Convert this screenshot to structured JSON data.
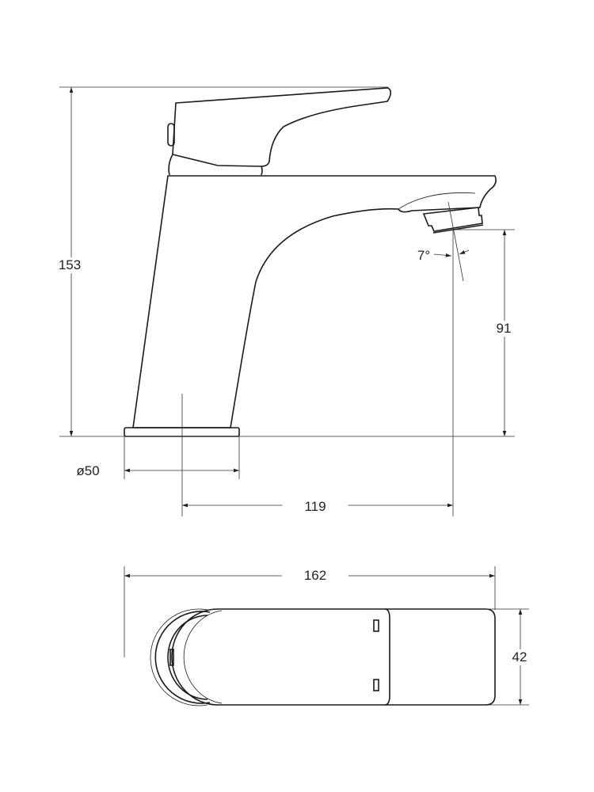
{
  "title": "Basin mixer dimension drawing",
  "dimensions": {
    "height": "153",
    "spout_height": "91",
    "spout_angle": "7°",
    "base_diameter": "ø50",
    "reach": "119",
    "length": "162",
    "width": "42"
  },
  "colors": {
    "line": "#1a1a1a",
    "background": "#ffffff"
  }
}
